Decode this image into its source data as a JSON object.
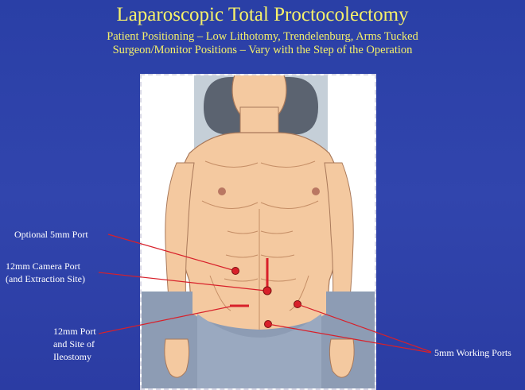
{
  "title": "Laparoscopic Total Proctocolectomy",
  "subtitle_line1": "Patient Positioning – Low Lithotomy, Trendelenburg, Arms Tucked",
  "subtitle_line2": "Surgeon/Monitor Positions – Vary with the Step of the Operation",
  "labels": {
    "optional_port": "Optional 5mm Port",
    "camera_port_line1": "12mm Camera Port",
    "camera_port_line2": "(and Extraction Site)",
    "port_line1": "12mm Port",
    "port_line2": "and Site of",
    "port_line3": "Ileostomy",
    "working_ports": "5mm Working Ports"
  },
  "colors": {
    "background": "#2d41a8",
    "title": "#f5f06a",
    "label": "#ffffff",
    "leader": "#d8202a",
    "port_marker": "#d8202a",
    "skin": "#f4c9a0",
    "pillow": "#5b6370",
    "drape": "#8d9cb4"
  }
}
